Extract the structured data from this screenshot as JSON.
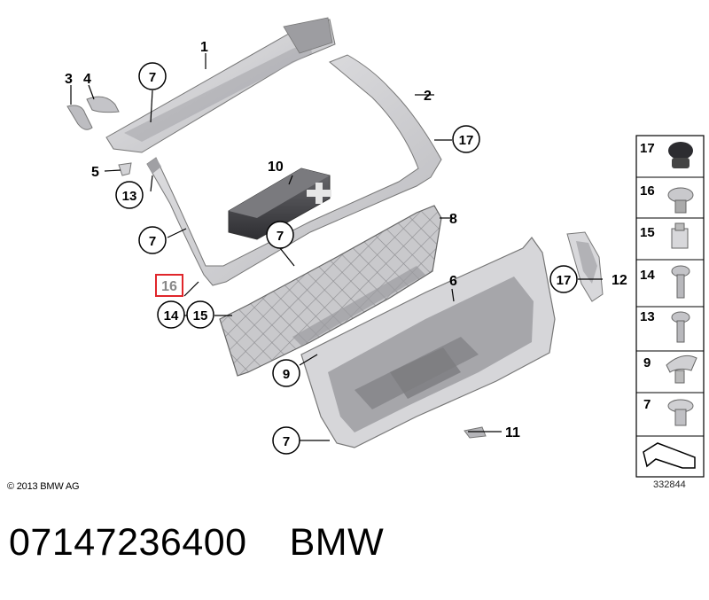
{
  "diagram": {
    "copyright": "© 2013 BMW AG",
    "diagram_id": "332844",
    "part_number": "07147236400",
    "brand": "BMW"
  },
  "labels": {
    "n1": "1",
    "n2": "2",
    "n3": "3",
    "n4": "4",
    "n5": "5",
    "n6": "6",
    "n7": "7",
    "n8": "8",
    "n9": "9",
    "n10": "10",
    "n11": "11",
    "n12": "12",
    "n13": "13",
    "n14": "14",
    "n15": "15",
    "n16": "16",
    "n17": "17"
  },
  "legend": [
    "17",
    "16",
    "15",
    "14",
    "13",
    "9",
    "7"
  ],
  "highlight_color": "#e0262b"
}
